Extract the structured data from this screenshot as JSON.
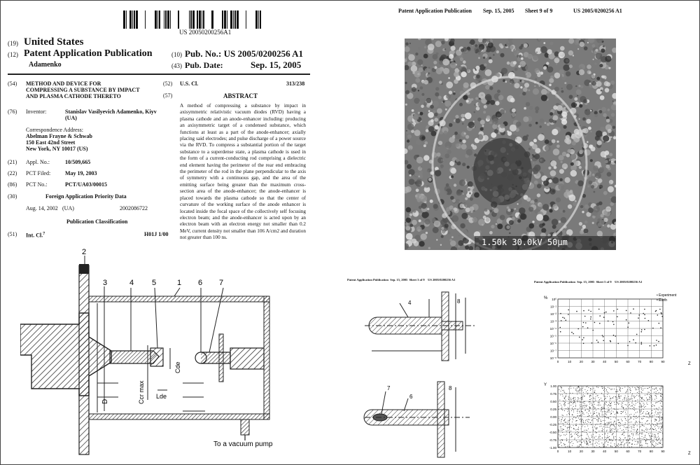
{
  "barcode_number": "US 20050200256A1",
  "header": {
    "num19": "(19)",
    "country": "United States",
    "num12": "(12)",
    "pub_type": "Patent Application Publication",
    "inventor_surname": "Adamenko",
    "num10": "(10)",
    "pub_no": "Pub. No.: US 2005/0200256 A1",
    "num43": "(43)",
    "pub_date_label": "Pub. Date:",
    "pub_date": "Sep. 15, 2005"
  },
  "biblio": {
    "n54": "(54)",
    "title": [
      "METHOD AND DEVICE FOR",
      "COMPRESSING A SUBSTANCE BY IMPACT",
      "AND PLASMA CATHODE THERETO"
    ],
    "n76": "(76)",
    "inventor_label": "Inventor:",
    "inventor": [
      "Stanislav Vasilyevich Adamenko, Kiyv",
      "(UA)"
    ],
    "corr_label": "Correspondence Address:",
    "corr": [
      "Abelman Frayne & Schwab",
      "150 East 42nd Street",
      "New York, NY 10017 (US)"
    ],
    "n21": "(21)",
    "appl_label": "Appl. No.:",
    "appl": "10/509,665",
    "n22": "(22)",
    "pct_filed_label": "PCT Filed:",
    "pct_filed": "May 19, 2003",
    "n86": "(86)",
    "pct_no_label": "PCT No.:",
    "pct_no": "PCT/UA03/00015",
    "n30": "(30)",
    "foreign_title": "Foreign Application Priority Data",
    "foreign_date": "Aug. 14, 2002",
    "foreign_country": "(UA)",
    "foreign_no": "2002086722",
    "pub_class_title": "Publication Classification",
    "n51": "(51)",
    "intcl_label": "Int. Cl.",
    "intcl_sup": "7",
    "intcl": "H01J 1/00",
    "n52": "(52)",
    "uscl_label": "U.S. Cl.",
    "uscl": "313/238",
    "n57": "(57)",
    "abstract_title": "ABSTRACT",
    "abstract": "A method of compressing a substance by impact in axisymmetric relativistic vacuum diodes (RVD) having a plasma cathode and an anode-enhancer including: producing an axisymmetric target of a condensed substance, which functions at least as a part of the anode-enhancer; axially placing said electrodes; and pulse discharge of a power source via the RVD. To compress a substantial portion of the target substance to a superdense state, a plasma cathode is used in the form of a current-conducting rod comprising a dielectric end element having the perimeter of the rear end embracing the perimeter of the rod in the plane perpendicular to the axis of symmetry with a continuous gap, and the area of the emitting surface being greater than the maximum cross-section area of the anode-enhancer; the anode-enhancer is placed towards the plasma cathode so that the center of curvature of the working surface of the anode enhancer is located inside the focal space of the collectively self focusing electron beam; and the anode-enhancer is acted upon by an electron beam with an electron energy not smaller than 0.2 MeV, current density not smaller than 106 A/cm2 and duration not greater than 100 ns."
  },
  "sheet9": {
    "pub": "Patent Application Publication",
    "date": "Sep. 15, 2005",
    "sheet": "Sheet 9 of 9",
    "no": "US 2005/0200256 A1",
    "sem_label": "1.50k 30.0kV 50μm"
  },
  "sheet3": {
    "pub": "Patent Application Publication",
    "date": "Sep. 15, 2005",
    "sheet": "Sheet 3 of 9",
    "no": "US 2005/0200256 A1"
  },
  "sheet5": {
    "pub": "Patent Application Publication",
    "date": "Sep. 15, 2005",
    "sheet": "Sheet 5 of 9",
    "no": "US 2005/0200256 A1"
  },
  "device_drawing": {
    "labels": [
      "2",
      "3",
      "4",
      "5",
      "1",
      "6",
      "7"
    ],
    "dim_ccr": "Ccr max",
    "dim_lde": "Lde",
    "dim_cde": "Cde",
    "dim_d": "D",
    "pump": "To a vacuum pump"
  },
  "fig3": {
    "top_label": "4",
    "top_right_label": "8",
    "bottom_left_label": "7",
    "bottom_mid_label": "6",
    "bottom_right_label": "8"
  },
  "fig5": {
    "legend": [
      "• Experiment",
      "• Earth"
    ],
    "top_y_ticks": [
      "10⁰",
      "10⁻¹",
      "10⁻²",
      "10⁻³",
      "10⁻⁴",
      "10⁻⁵",
      "10⁻⁶",
      "10⁻⁷",
      "10⁻⁸"
    ],
    "top_x_ticks": [
      "0",
      "10",
      "20",
      "30",
      "40",
      "50",
      "60",
      "70",
      "80",
      "90"
    ],
    "bottom_y_ticks": [
      "1.00",
      "0.75",
      "0.50",
      "0.25",
      "0.00",
      "-0.25",
      "-0.50",
      "-0.75",
      "-1.00"
    ],
    "bottom_x_ticks": [
      "0",
      "10",
      "20",
      "30",
      "40",
      "50",
      "60",
      "70",
      "80",
      "90"
    ],
    "x_label": "Z",
    "y_label_top": "%",
    "y_label_bottom": "Y"
  }
}
